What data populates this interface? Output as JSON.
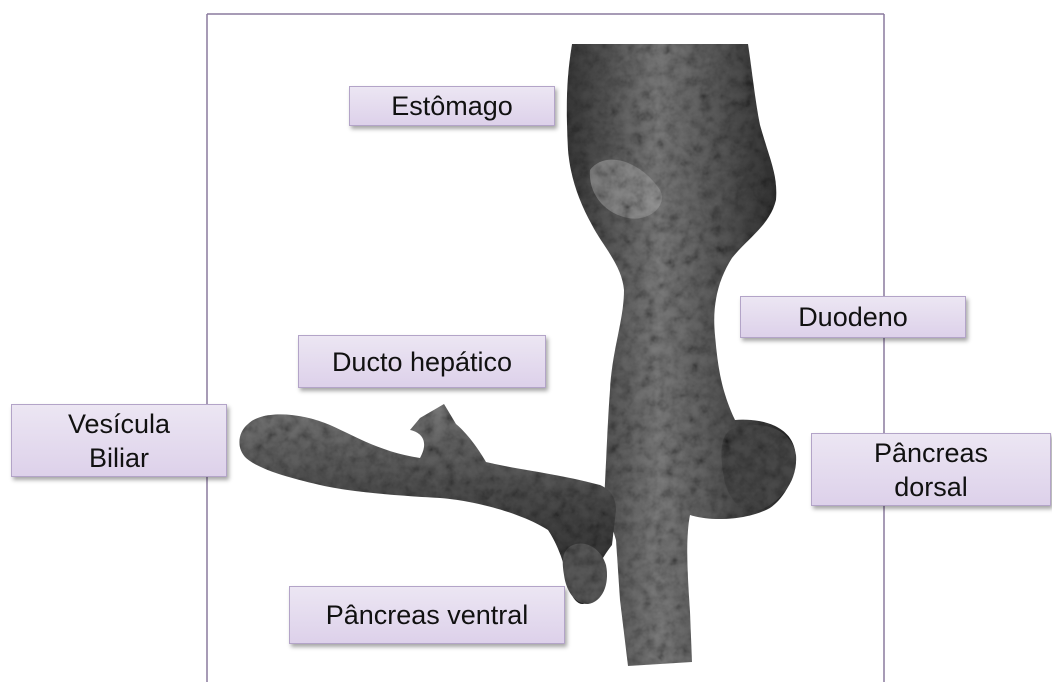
{
  "labels": {
    "estomago": "Estômago",
    "duodeno": "Duodeno",
    "ducto_hepatico": "Ducto hepático",
    "vesicula_biliar": "Vesícula\nBiliar",
    "pancreas_dorsal": "Pâncreas\ndorsal",
    "pancreas_ventral": "Pâncreas ventral"
  },
  "colors": {
    "label_fill": "#e4dcef",
    "label_border": "#b3a4c8",
    "frame": "#8a7a9e",
    "tissue_dark": "#2a2a2a",
    "tissue_light": "#9a9a9a"
  }
}
